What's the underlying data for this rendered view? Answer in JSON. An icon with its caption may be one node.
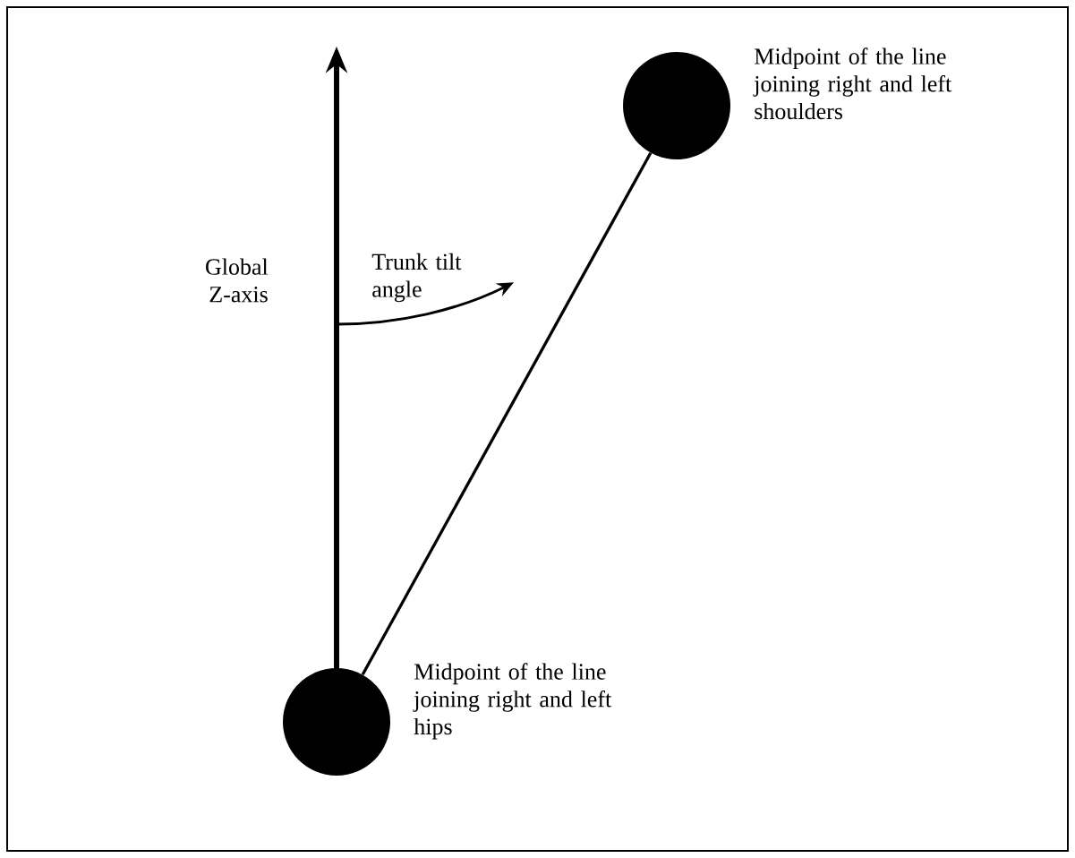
{
  "diagram": {
    "nodes": [
      {
        "text": [],
        "shape": "circle",
        "beside": [
          "Midpoint of the line joining right and left hips"
        ]
      },
      {
        "text": [],
        "shape": "circle",
        "beside": [
          "Midpoint of the line joining right and left shoulders"
        ]
      }
    ],
    "edges": [
      {
        "from": 0,
        "to": 1,
        "arrow": "none"
      }
    ],
    "labels": [
      "Trunk tilt angle",
      "Global Z-axis"
    ]
  }
}
